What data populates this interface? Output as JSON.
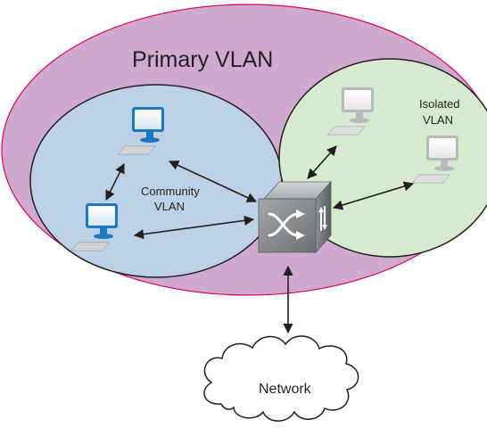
{
  "labels": {
    "primary": "Primary VLAN",
    "community_line1": "Community",
    "community_line2": "VLAN",
    "isolated_line1": "Isolated",
    "isolated_line2": "VLAN",
    "network": "Network"
  },
  "colors": {
    "primary_fill": "#cfa9cf",
    "primary_stroke": "#e0004d",
    "community_fill": "#bcd0e8",
    "isolated_fill": "#d6ead0",
    "ellipse_stroke": "#231f20",
    "monitor_blue": "#1e78c0",
    "monitor_gray": "#b7b9bb",
    "switch_body": "#7d8083"
  },
  "icons": {
    "monitor": "desktop-computer-icon",
    "switch": "network-switch-icon",
    "cloud": "network-cloud-icon"
  }
}
